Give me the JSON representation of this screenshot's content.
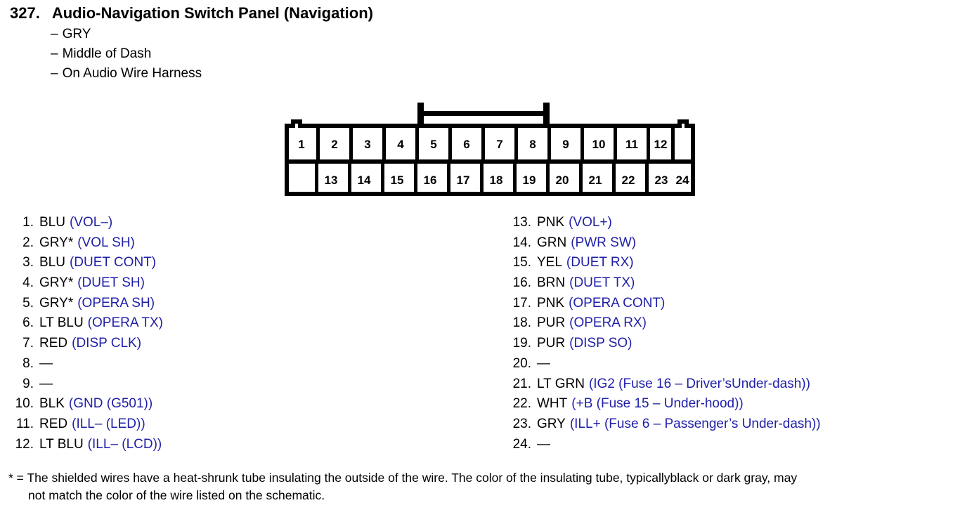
{
  "header": {
    "number": "327.",
    "title": "Audio-Navigation Switch Panel (Navigation)",
    "bullets": [
      {
        "dash": "–",
        "text": "GRY"
      },
      {
        "dash": "–",
        "text": "Middle of Dash"
      },
      {
        "dash": "–",
        "text": "On Audio Wire Harness"
      }
    ]
  },
  "connector": {
    "name": "24-pin-connector-diagram",
    "top_row": [
      "1",
      "2",
      "3",
      "4",
      "5",
      "6",
      "7",
      "8",
      "9",
      "10",
      "11",
      "12"
    ],
    "bottom_row": [
      "13",
      "14",
      "15",
      "16",
      "17",
      "18",
      "19",
      "20",
      "21",
      "22",
      "23",
      "24"
    ],
    "outline_color": "#000000",
    "cavity_color": "#ffffff"
  },
  "pins": {
    "left": [
      {
        "idx": "1.",
        "wire": "BLU",
        "fn": "(VOL–)"
      },
      {
        "idx": "2.",
        "wire": "GRY*",
        "fn": "(VOL SH)"
      },
      {
        "idx": "3.",
        "wire": "BLU",
        "fn": "(DUET CONT)"
      },
      {
        "idx": "4.",
        "wire": "GRY*",
        "fn": "(DUET SH)"
      },
      {
        "idx": "5.",
        "wire": "GRY*",
        "fn": "(OPERA SH)"
      },
      {
        "idx": "6.",
        "wire": "LT BLU",
        "fn": "(OPERA TX)"
      },
      {
        "idx": "7.",
        "wire": "RED",
        "fn": "(DISP CLK)"
      },
      {
        "idx": "8.",
        "wire": "—",
        "fn": ""
      },
      {
        "idx": "9.",
        "wire": "—",
        "fn": ""
      },
      {
        "idx": "10.",
        "wire": "BLK",
        "fn": "(GND (G501))"
      },
      {
        "idx": "11.",
        "wire": "RED",
        "fn": "(ILL– (LED))"
      },
      {
        "idx": "12.",
        "wire": "LT BLU",
        "fn": "(ILL– (LCD))"
      }
    ],
    "right": [
      {
        "idx": "13.",
        "wire": "PNK",
        "fn": "(VOL+)"
      },
      {
        "idx": "14.",
        "wire": "GRN",
        "fn": "(PWR SW)"
      },
      {
        "idx": "15.",
        "wire": "YEL",
        "fn": "(DUET RX)"
      },
      {
        "idx": "16.",
        "wire": "BRN",
        "fn": "(DUET TX)"
      },
      {
        "idx": "17.",
        "wire": "PNK",
        "fn": "(OPERA CONT)"
      },
      {
        "idx": "18.",
        "wire": "PUR",
        "fn": "(OPERA RX)"
      },
      {
        "idx": "19.",
        "wire": "PUR",
        "fn": "(DISP SO)"
      },
      {
        "idx": "20.",
        "wire": "—",
        "fn": ""
      },
      {
        "idx": "21.",
        "wire": "LT GRN",
        "fn": "(IG2 (Fuse 16 – Driver’sUnder-dash))"
      },
      {
        "idx": "22.",
        "wire": "WHT",
        "fn": "(+B (Fuse 15 – Under-hood))"
      },
      {
        "idx": "23.",
        "wire": "GRY",
        "fn": "(ILL+ (Fuse 6 – Passenger’s Under-dash))"
      },
      {
        "idx": "24.",
        "wire": "—",
        "fn": ""
      }
    ]
  },
  "footnote": {
    "line1": "* = The shielded wires have a heat-shrunk tube insulating the outside of the wire. The color of the insulating tube, typicallyblack or dark gray, may",
    "line2": "not match the color of the wire listed on the schematic."
  },
  "colors": {
    "function_text": "#1f1fa8",
    "body_text": "#000000",
    "background": "#ffffff"
  }
}
